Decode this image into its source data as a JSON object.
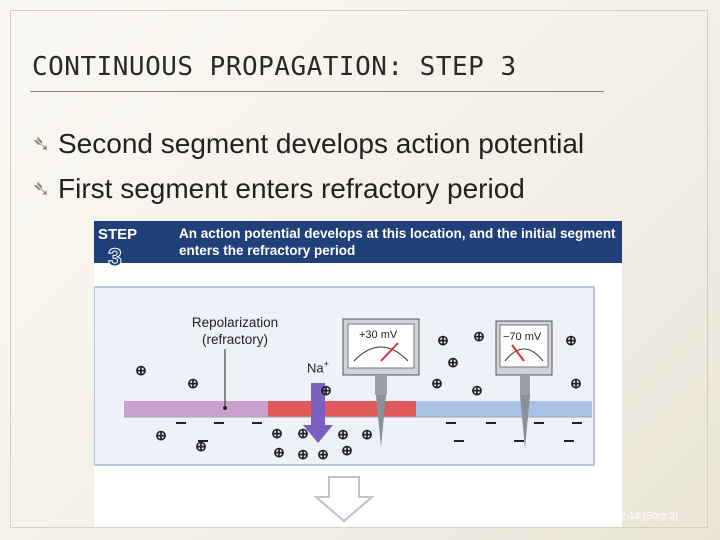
{
  "slide": {
    "title": "CONTINUOUS PROPAGATION: STEP 3",
    "bullets": [
      "Second segment develops action potential",
      "First segment enters refractory period"
    ],
    "bullet_icon": "hollow-arrow-bullet-icon"
  },
  "figure": {
    "step_word": "STEP",
    "step_number": "3",
    "caption": "An action potential develops at this location, and the initial segment enters the refractory period",
    "repolarization_label": "Repolarization (refractory)",
    "meter_left_value": "+30 mV",
    "meter_right_value": "−70 mV",
    "na_label": "Na",
    "na_superscript": "+",
    "credit": "2-14 (Step 3)",
    "colors": {
      "header": "#20407a",
      "refractory_segment": "#c9a0d0",
      "active_segment": "#e05a5a",
      "resting_segment": "#a9c3e6",
      "membrane_fill": "#eef1f7",
      "sodium_arrow": "#7b5fc2"
    }
  }
}
